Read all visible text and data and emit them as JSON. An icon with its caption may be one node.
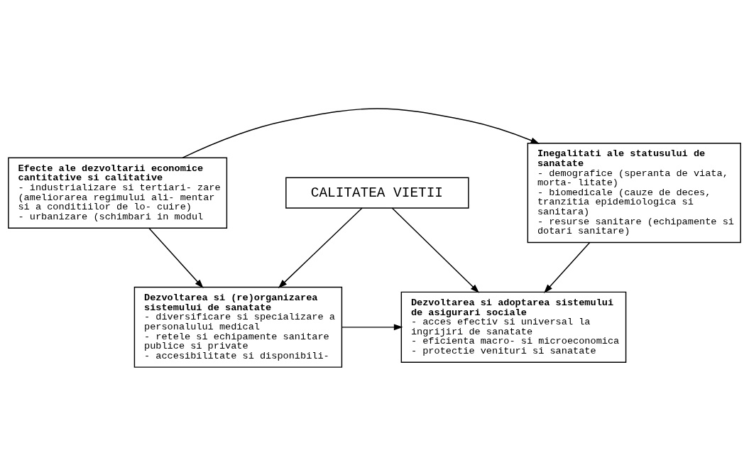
{
  "diagram": {
    "nodes": [
      {
        "text": [
          "Efecte ale dezvoltarii economice cantitative si calitative",
          "- industrializare si tertiari- zare (ameliorarea regimului ali- mentar si a conditiilor de lo- cuire)",
          "- urbanizare (schimbari in modul"
        ]
      },
      {
        "text": [
          "Inegalitati ale statusului de sanatate",
          "- demografice (speranta de viata, morta- litate)",
          "- biomedicale (cauze de deces, tranzitia epidemiologica si sanitara)",
          "- resurse sanitare (echipamente si dotari sanitare)"
        ]
      },
      {
        "text": [
          "CALITATEA VIETII"
        ]
      },
      {
        "text": [
          "Dezvoltarea si (re)organizarea sistemului de sanatate",
          "- diversificare si specializare a personalului medical",
          "- retele si echipamente sanitare publice si private",
          "- accesibilitate si disponibili-"
        ]
      },
      {
        "text": [
          "Dezvoltarea si adoptarea sistemului de asigurari sociale",
          "- acces efectiv si universal la ingrijiri de sanatate",
          "- eficienta macro- si microeconomica",
          "- protectie venituri si sanatate"
        ]
      }
    ],
    "edges": [
      {
        "from": 0,
        "to": 1,
        "arrow": "to"
      },
      {
        "from": 0,
        "to": 3,
        "arrow": "to"
      },
      {
        "from": 1,
        "to": 4,
        "arrow": "to"
      },
      {
        "from": 2,
        "to": 3,
        "arrow": "to"
      },
      {
        "from": 2,
        "to": 4,
        "arrow": "to"
      },
      {
        "from": 3,
        "to": 4,
        "arrow": "to"
      }
    ]
  }
}
